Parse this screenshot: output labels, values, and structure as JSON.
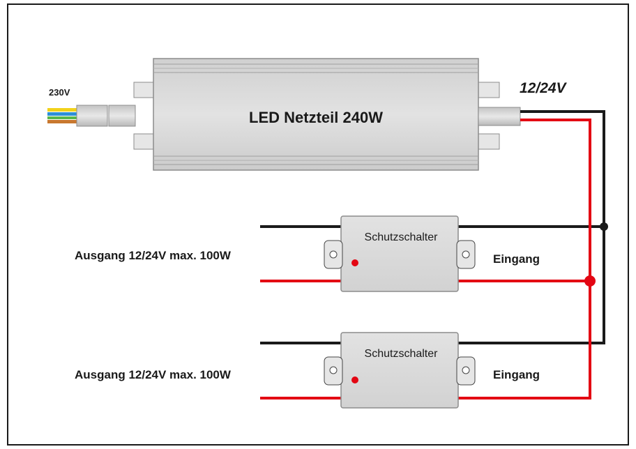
{
  "power_supply": {
    "label": "LED Netzteil 240W",
    "input_label": "230V",
    "output_label": "12/24V"
  },
  "modules": [
    {
      "label": "Schutzschalter",
      "output_label": "Ausgang 12/24V max. 100W",
      "input_label": "Eingang"
    },
    {
      "label": "Schutzschalter",
      "output_label": "Ausgang 12/24V max. 100W",
      "input_label": "Eingang"
    }
  ],
  "colors": {
    "wire_positive": "#e30613",
    "wire_negative": "#1a1a1a",
    "housing": "#dadada",
    "housing_edge": "#8c8c8c",
    "mains_brown": "#c8782e",
    "mains_blue": "#2d8fd6",
    "mains_yellow": "#f2d21a",
    "led_indicator": "#e30613"
  }
}
